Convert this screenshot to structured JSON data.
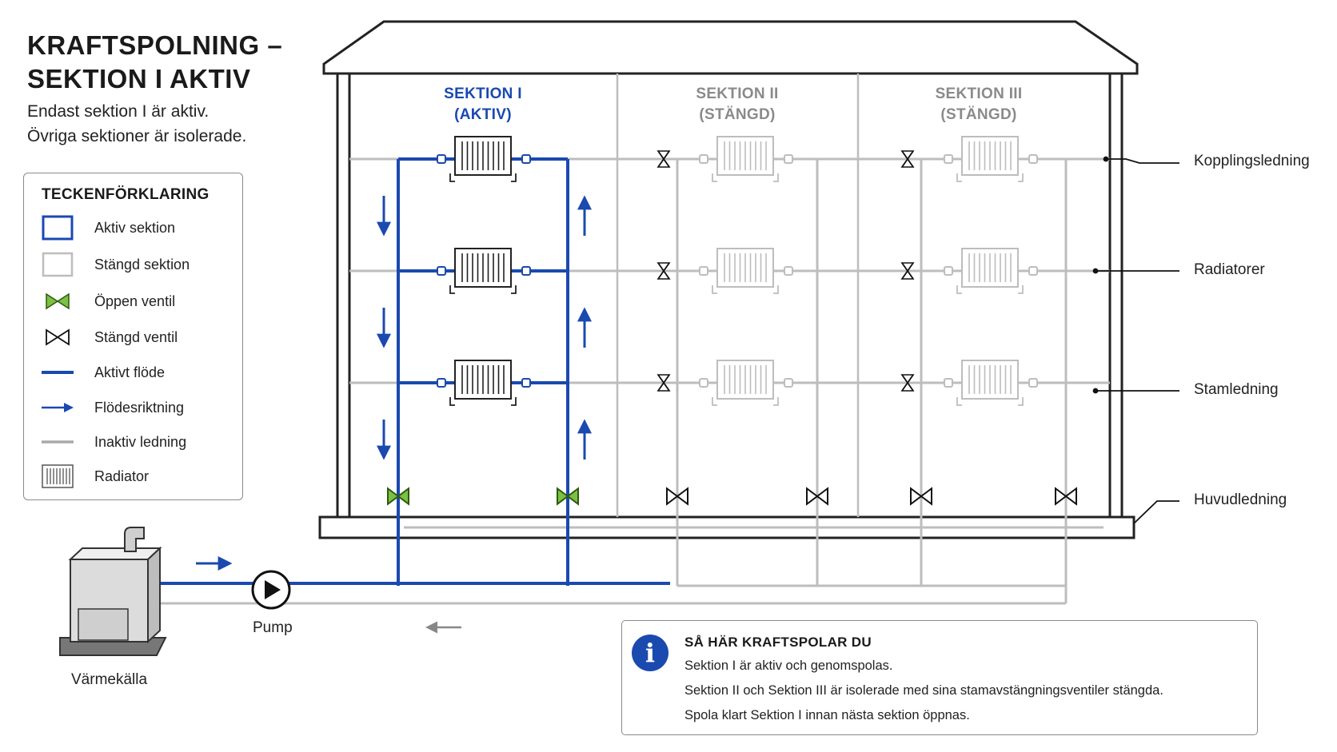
{
  "title": {
    "line1": "KRAFTSPOLNING –",
    "line2": "SEKTION I AKTIV"
  },
  "subtitle": {
    "line1": "Endast sektion I är aktiv.",
    "line2": "Övriga sektioner är isolerade."
  },
  "legend": {
    "title": "TECKENFÖRKLARING",
    "items": [
      {
        "icon": "active-section-box-icon",
        "label": "Aktiv sektion"
      },
      {
        "icon": "closed-section-box-icon",
        "label": "Stängd sektion"
      },
      {
        "icon": "open-valve-icon",
        "label": "Öppen ventil"
      },
      {
        "icon": "closed-valve-icon",
        "label": "Stängd ventil"
      },
      {
        "icon": "active-flow-line-icon",
        "label": "Aktivt flöde"
      },
      {
        "icon": "flow-arrow-icon",
        "label": "Flödesriktning"
      },
      {
        "icon": "inactive-line-icon",
        "label": "Inaktiv ledning"
      },
      {
        "icon": "radiator-icon",
        "label": "Radiator"
      }
    ]
  },
  "sections": [
    {
      "name": "SEKTION I",
      "status": "(AKTIV)",
      "active": true
    },
    {
      "name": "SEKTION II",
      "status": "(STÄNGD)",
      "active": false
    },
    {
      "name": "SEKTION III",
      "status": "(STÄNGD)",
      "active": false
    }
  ],
  "callouts": {
    "coupling_pipe": "Kopplingsledning",
    "radiators": "Radiatorer",
    "riser": "Stamledning",
    "main_pipe": "Huvudledning"
  },
  "equipment": {
    "pump": "Pump",
    "heat_source": "Värmekälla"
  },
  "info": {
    "title": "SÅ HÄR KRAFTSPOLAR DU",
    "lines": [
      "Sektion I är aktiv och genomspolas.",
      "Sektion II och Sektion III är isolerade med sina stamavstängningsventiler stängda.",
      "Spola klart Sektion I innan nästa sektion öppnas."
    ]
  },
  "colors": {
    "active": "#1a49b0",
    "inactive": "#bdbdbd",
    "open_valve": "#7cc142",
    "building": "#222222"
  }
}
